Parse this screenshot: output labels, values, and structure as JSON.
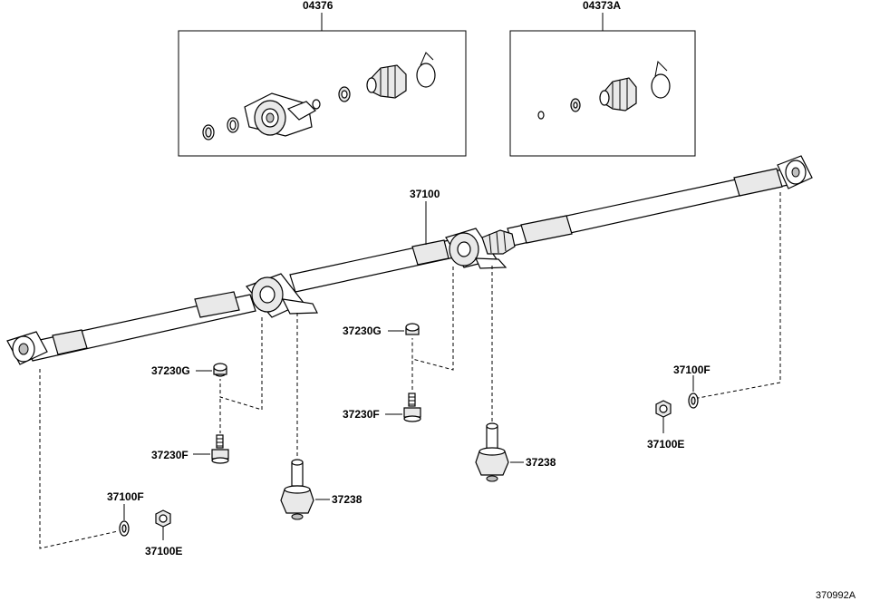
{
  "labels": {
    "kit_center_bearing": "04376",
    "kit_boot": "04373A",
    "shaft_assembly": "37100",
    "washer_center_l": "37230G",
    "bolt_center_l": "37230F",
    "washer_center_r": "37230G",
    "bolt_center_r": "37230F",
    "nut_f_left": "37100F",
    "nut_e_left": "37100E",
    "nut_f_right": "37100F",
    "nut_e_right": "37100E",
    "support_left": "37238",
    "support_right": "37238",
    "figure_code": "370992A"
  }
}
